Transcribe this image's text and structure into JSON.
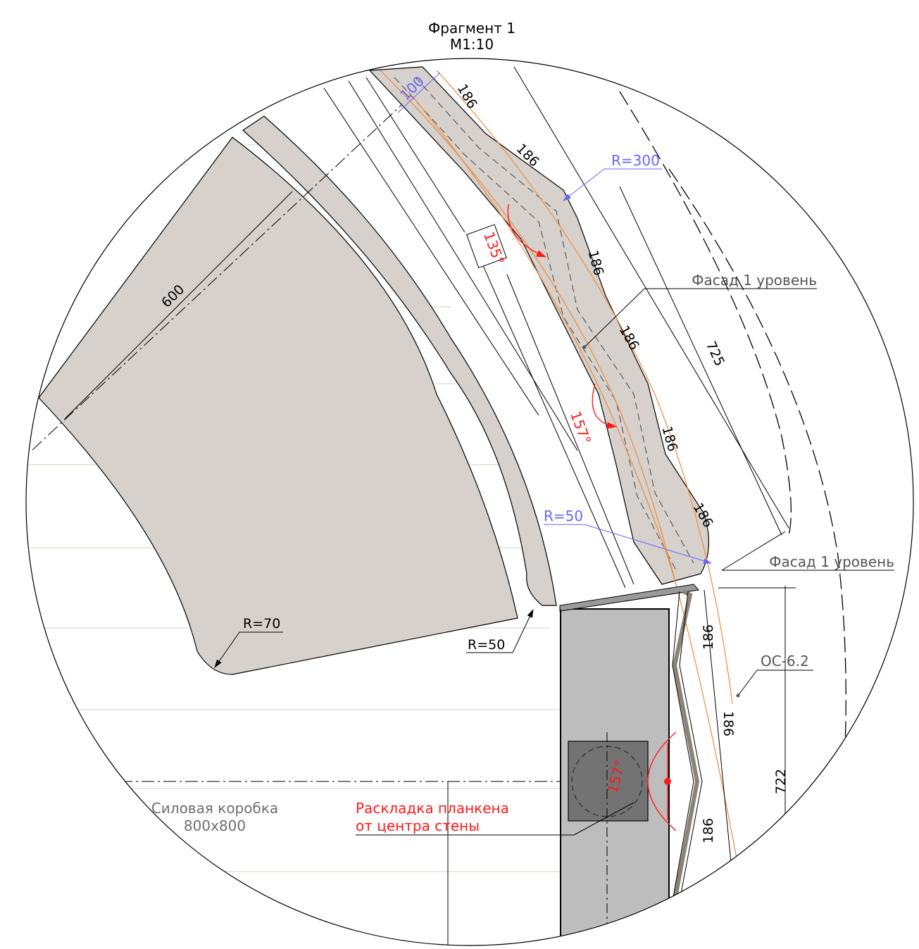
{
  "title": {
    "line1": "Фрагмент 1",
    "line2": "М1:10"
  },
  "dimensions": {
    "d600": "600",
    "d100": "100",
    "d186_a": "186",
    "d186_b": "186",
    "d186_c": "186",
    "d186_d": "186",
    "d186_e": "186",
    "d186_f": "186",
    "d186_g": "186",
    "d186_h": "186",
    "d186_i": "186",
    "d725": "725",
    "d722": "722"
  },
  "radii": {
    "r300": "R=300",
    "r50_blue": "R=50",
    "r70": "R=70",
    "r50_black": "R=50"
  },
  "angles": {
    "a135": "135°",
    "a157_top": "157°",
    "a157_bottom": "157°"
  },
  "labels": {
    "facade_1": "Фасад 1 уровень",
    "facade_2": "Фасад 1 уровень",
    "oc": "ОС-6.2",
    "power_box_line1": "Силовая коробка",
    "power_box_line2": "800х800",
    "layout_line1": "Раскладка планкена",
    "layout_line2": "от центра стены"
  },
  "colors": {
    "dimension_blue": "#6666ff",
    "annotation_red": "#ff1a1a",
    "guide_orange": "#f08a3c",
    "fill_beige_gray": "#d6d1cc",
    "fill_column": "#bdbdbd",
    "fill_box": "#737373",
    "text_gray": "#6e6e6e"
  }
}
